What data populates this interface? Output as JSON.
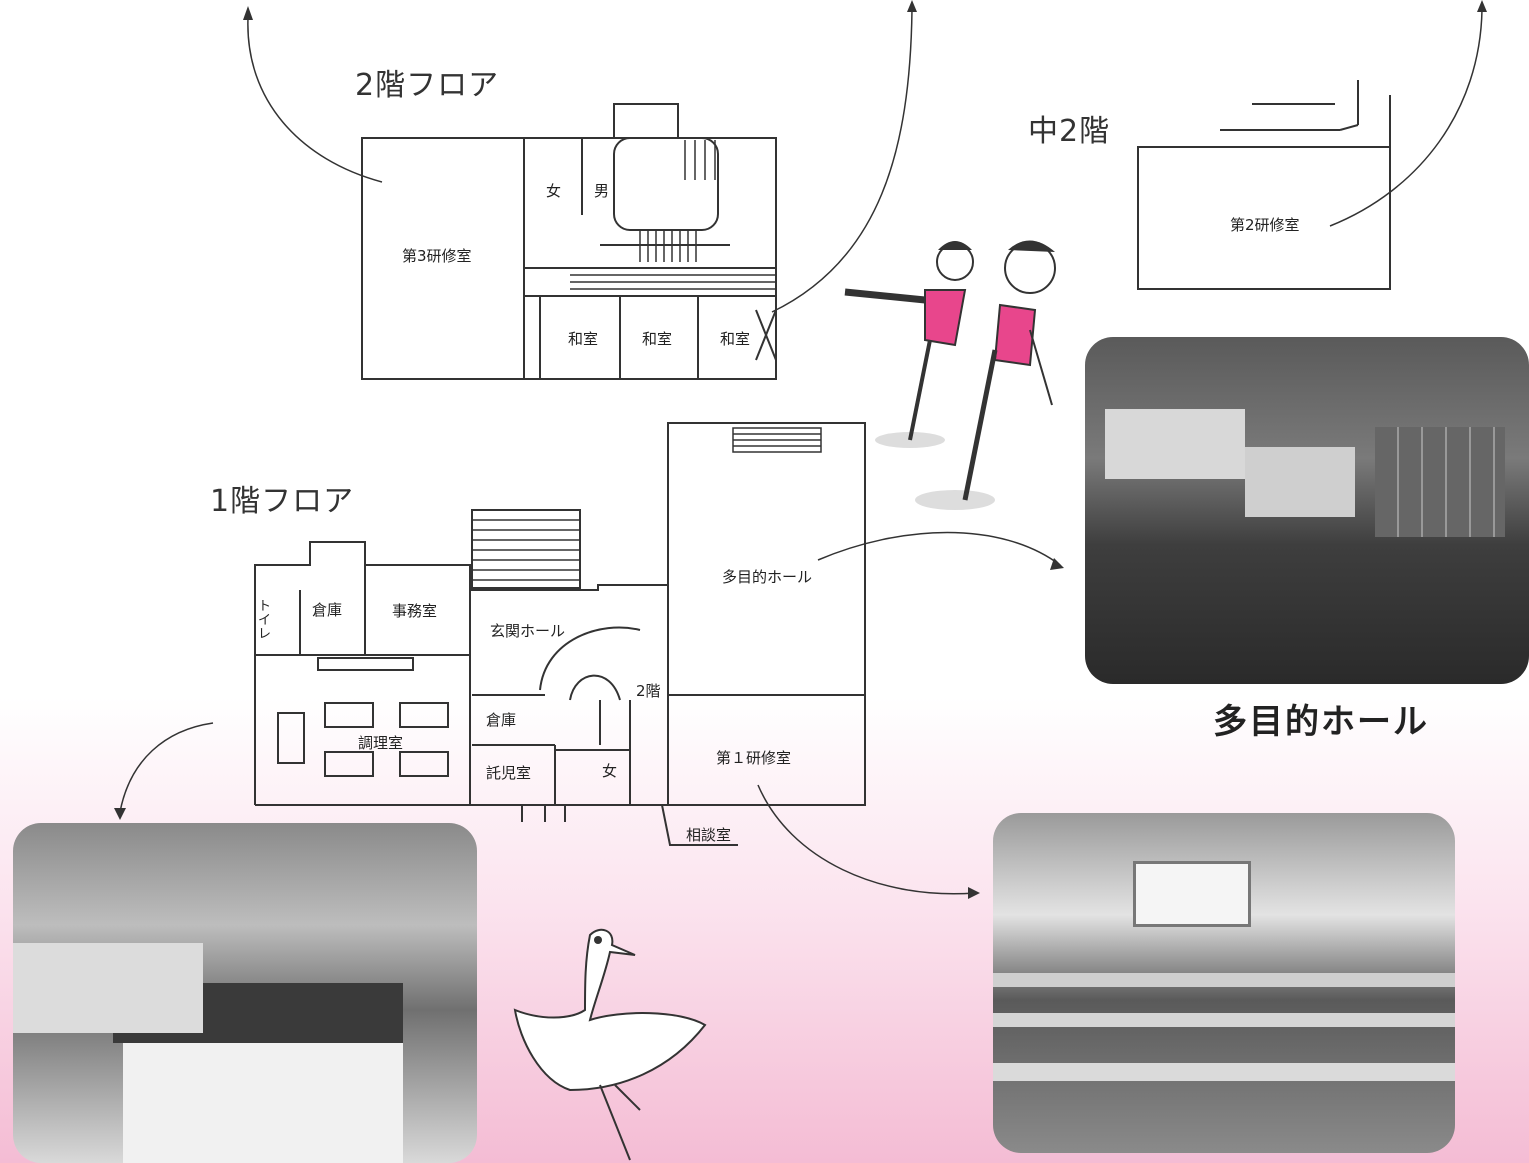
{
  "floors": {
    "floor2_title": "2階フロア",
    "floor_mid2_title": "中2階",
    "floor1_title": "1階フロア"
  },
  "rooms": {
    "training3": "第3研修室",
    "women": "女",
    "men": "男",
    "washitsu_1": "和室",
    "washitsu_2": "和室",
    "washitsu_3": "和室",
    "training2": "第2研修室",
    "multipurpose": "多目的ホール",
    "toilet": "トイレ",
    "storage_1": "倉庫",
    "office": "事務室",
    "entrance": "玄関ホール",
    "storage_2": "倉庫",
    "cooking": "調理室",
    "childcare": "託児室",
    "women_1f": "女",
    "stairs_2f": "2階",
    "training1": "第１研修室",
    "consult": "相談室"
  },
  "captions": {
    "hall_caption": "多目的ホール"
  },
  "colors": {
    "line": "#333333",
    "pink": "#e8468c",
    "photo_dark": "#4a4a4a"
  }
}
